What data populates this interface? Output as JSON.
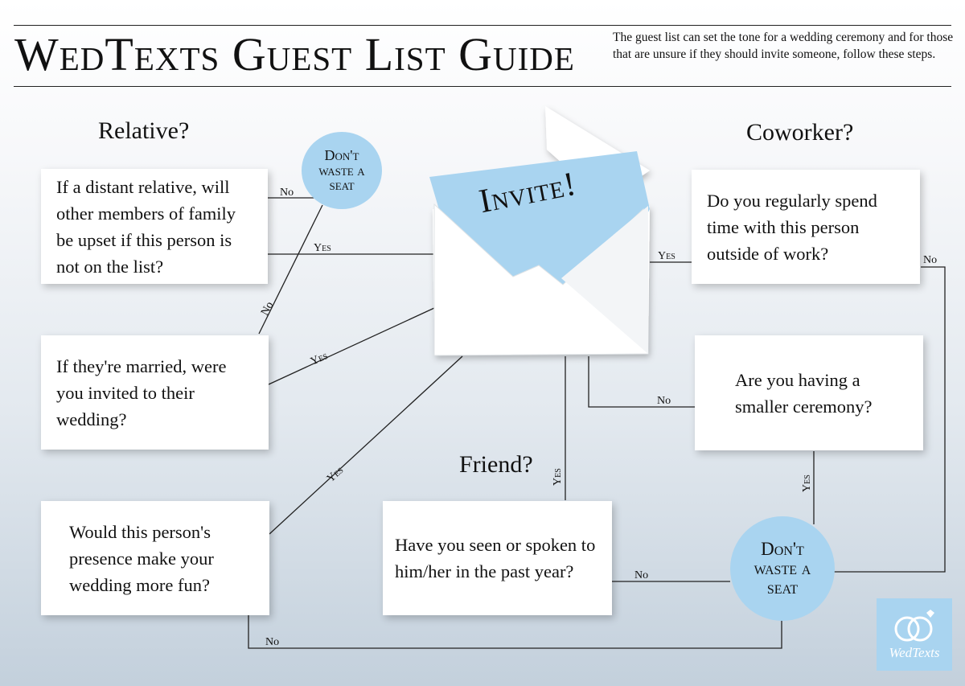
{
  "header": {
    "title": "WedTexts Guest List Guide",
    "intro": "The guest list can set the tone for a wedding ceremony and for those that are unsure if they should invite someone, follow these steps."
  },
  "headings": {
    "relative": "Relative?",
    "coworker": "Coworker?",
    "friend": "Friend?"
  },
  "center": {
    "invite_label": "Invite!"
  },
  "questions": {
    "distant_relative": "If a distant relative, will other members of family be upset if this person is not on the list?",
    "married": "If they're married, were you invited to their wedding?",
    "fun": "Would this person's presence make your wedding more fun?",
    "spend_time": "Do you regularly spend time with this person outside of work?",
    "smaller_ceremony": "Are you having a smaller ceremony?",
    "seen_spoken": "Have you seen or spoken to him/her in the past year?"
  },
  "outcomes": {
    "top": "Don't waste a seat",
    "bottom": "Don't waste a seat"
  },
  "edge_labels": {
    "distant_no": "No",
    "distant_yes": "Yes",
    "married_no": "No",
    "married_yes": "Yes",
    "fun_yes": "Yes",
    "fun_no": "No",
    "spend_time_yes": "Yes",
    "spend_time_no": "No",
    "smaller_no": "No",
    "smaller_yes": "Yes",
    "friend_yes": "Yes",
    "friend_no": "No"
  },
  "brand": {
    "logo_text": "WedTexts",
    "accent": "#a9d4f0"
  }
}
